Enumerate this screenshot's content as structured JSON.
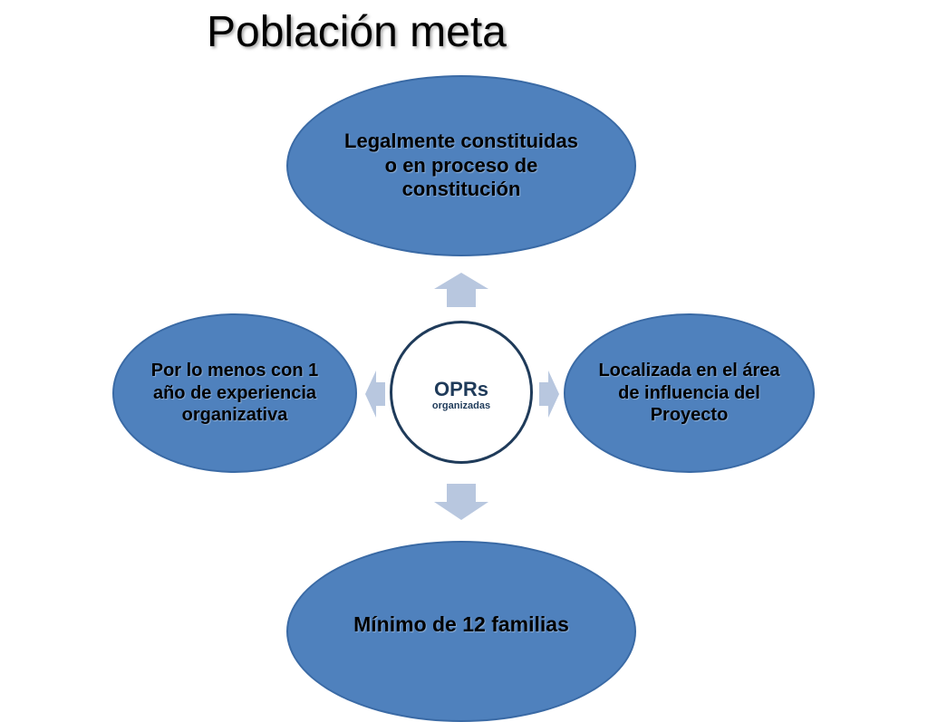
{
  "title": "Población meta",
  "center": {
    "title": "OPRs",
    "subtitle": "organizadas"
  },
  "nodes": {
    "top": "Legalmente constituidas o en proceso de constitución",
    "left": "Por lo menos con 1 año de experiencia organizativa",
    "right": "Localizada en el área de influencia del Proyecto",
    "bottom": "Mínimo de 12 familias"
  },
  "colors": {
    "node_fill": "#4f81bd",
    "node_border": "#3a6aa5",
    "center_border": "#1f3b5a",
    "arrow_fill": "#b8c7df"
  }
}
